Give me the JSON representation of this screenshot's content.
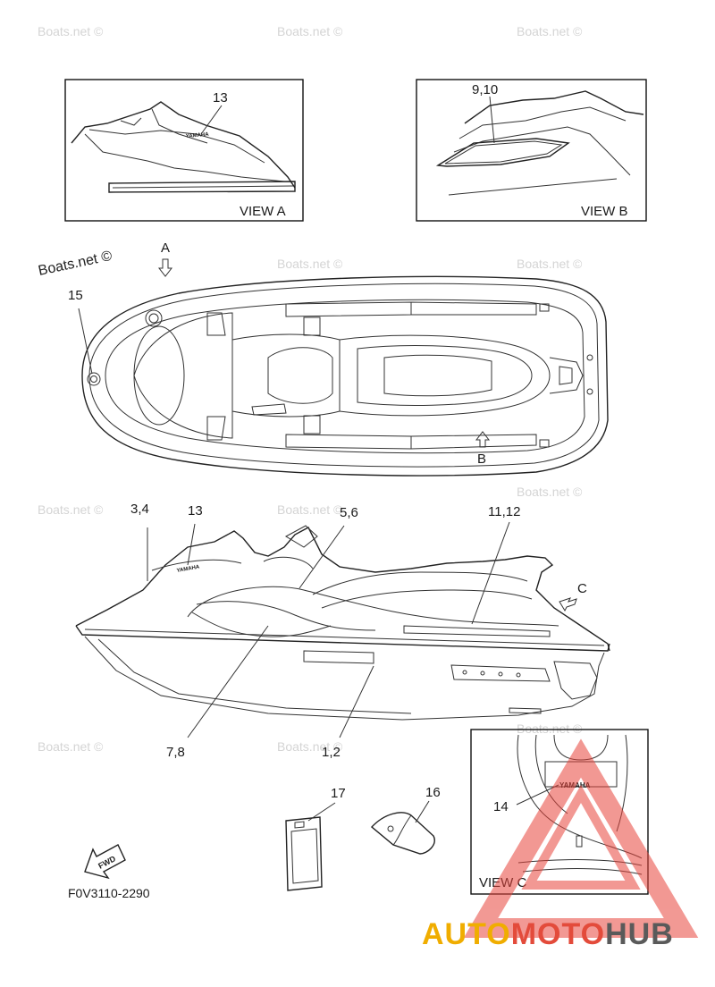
{
  "watermark": "Boats.net ©",
  "views": {
    "view_a": "VIEW A",
    "view_b": "VIEW B",
    "view_c": "VIEW C"
  },
  "arrows": {
    "a": "A",
    "b": "B",
    "c": "C",
    "fwd": "FWD"
  },
  "callouts": {
    "view_a_13": "13",
    "view_b_9_10": "9,10",
    "top_15": "15",
    "side_3_4": "3,4",
    "side_13": "13",
    "side_5_6": "5,6",
    "side_11_12": "11,12",
    "side_7_8": "7,8",
    "side_1_2": "1,2",
    "part_17": "17",
    "part_16": "16",
    "view_c_14": "14"
  },
  "brand_text": "YAMAHA",
  "diagram_code": "F0V3110-2290",
  "logo": {
    "auto": "AUTO",
    "moto": "MOTO",
    "hub": "HUB",
    "colors": {
      "auto": "#f0ad00",
      "moto": "#e34b3b",
      "hub": "#5a5a5a",
      "triangle": "#e8453c"
    }
  }
}
